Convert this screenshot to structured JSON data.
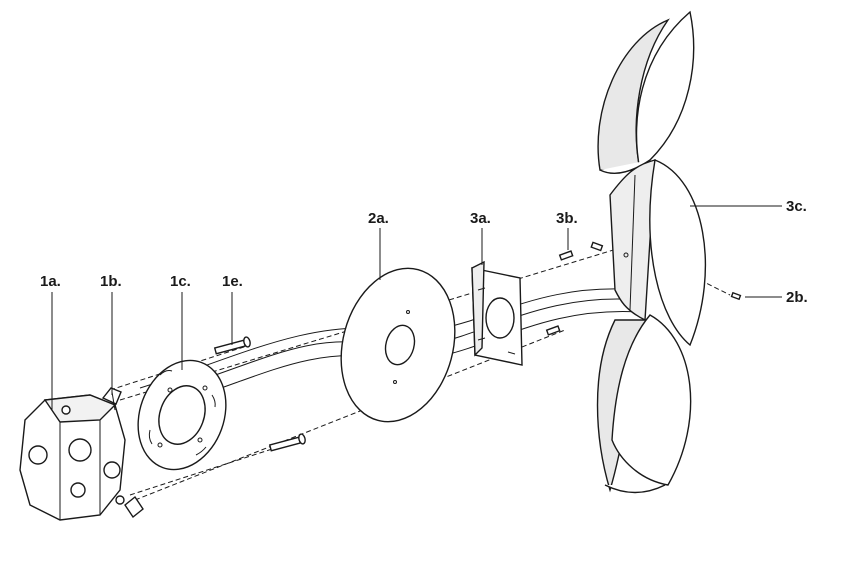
{
  "labels": {
    "box": "1a.",
    "connector": "1b.",
    "crossbar": "1c.",
    "screw": "1e.",
    "cover": "2a.",
    "bracket": "3a.",
    "bracket_screw": "3b.",
    "fixture": "3c.",
    "set_screw": "2b."
  },
  "colors": {
    "line": "#1a1a1a",
    "fill": "#ffffff",
    "shade": "#e6e6e6"
  }
}
